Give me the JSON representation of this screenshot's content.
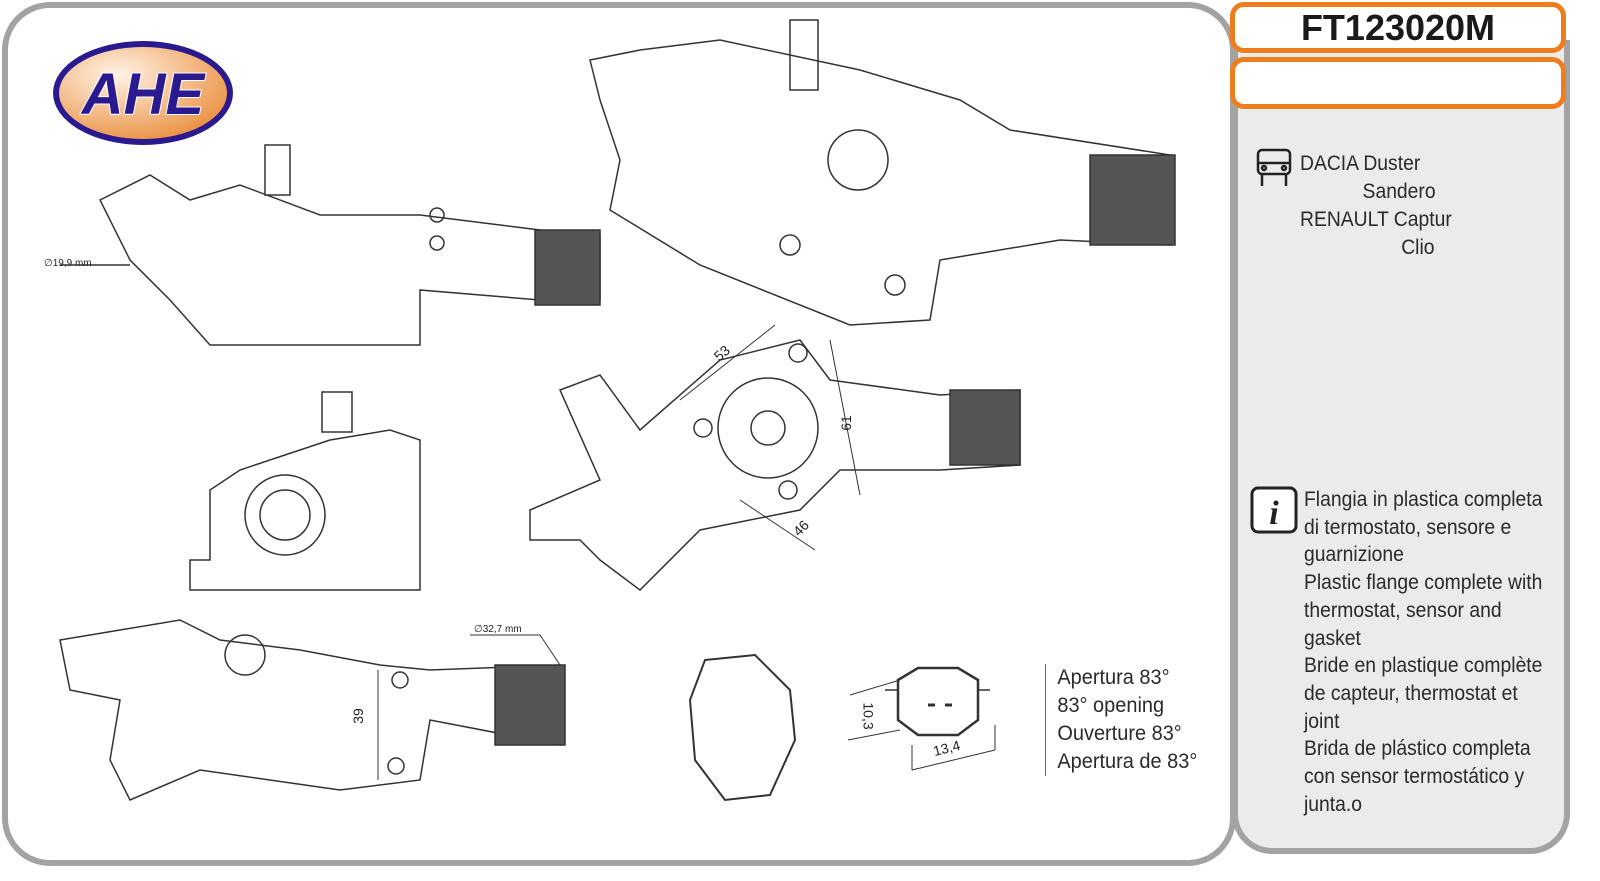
{
  "brand": {
    "logo_text": "AHE",
    "colors": {
      "logo_blue": "#2b1a8f",
      "logo_orange": "#ef9d55",
      "accent_orange": "#ee7d1e",
      "frame_gray": "#a3a3a3"
    }
  },
  "product": {
    "code": "FT123020M"
  },
  "applications": {
    "icon": "car-icon",
    "lines": [
      "DACIA Duster",
      "Sandero",
      "RENAULT Captur",
      "Clio"
    ]
  },
  "description": {
    "icon": "info-icon",
    "lines": [
      "Flangia in plastica completa",
      "di termostato, sensore e",
      "guarnizione",
      "Plastic flange complete with",
      "thermostat, sensor and",
      "gasket",
      "Bride en plastique complète",
      "de capteur, thermostat et",
      "joint",
      "Brida de plástico completa",
      "con sensor termostático y",
      "junta.o"
    ]
  },
  "opening": [
    "Apertura 83°",
    "83° opening",
    "Ouverture 83°",
    "Apertura de 83°"
  ],
  "dimensions": {
    "pipe_small": "∅19,9 mm",
    "pipe_large": "∅32,7 mm",
    "d53": "53",
    "d61": "61",
    "d46": "46",
    "d39": "39",
    "conn_h": "10,3",
    "conn_w": "13,4"
  }
}
